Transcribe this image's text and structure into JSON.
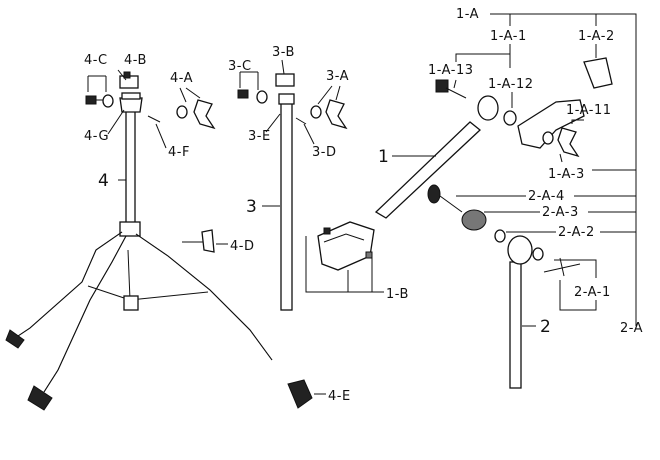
{
  "labels": {
    "4_c": "4-C",
    "4_b": "4-B",
    "4_a": "4-A",
    "4_g": "4-G",
    "4_f": "4-F",
    "4": "4",
    "4_d": "4-D",
    "4_e": "4-E",
    "3_c": "3-C",
    "3_b": "3-B",
    "3_a": "3-A",
    "3_e": "3-E",
    "3_d": "3-D",
    "3": "3",
    "1_b": "1-B",
    "1_a": "1-A",
    "1_a_1": "1-A-1",
    "1_a_2": "1-A-2",
    "1_a_13": "1-A-13",
    "1_a_12": "1-A-12",
    "1_a_11": "1-A-11",
    "1_a_3": "1-A-3",
    "1": "1",
    "2_a_4": "2-A-4",
    "2_a_3": "2-A-3",
    "2_a_2": "2-A-2",
    "2_a_1": "2-A-1",
    "2_a": "2-A",
    "2": "2"
  }
}
